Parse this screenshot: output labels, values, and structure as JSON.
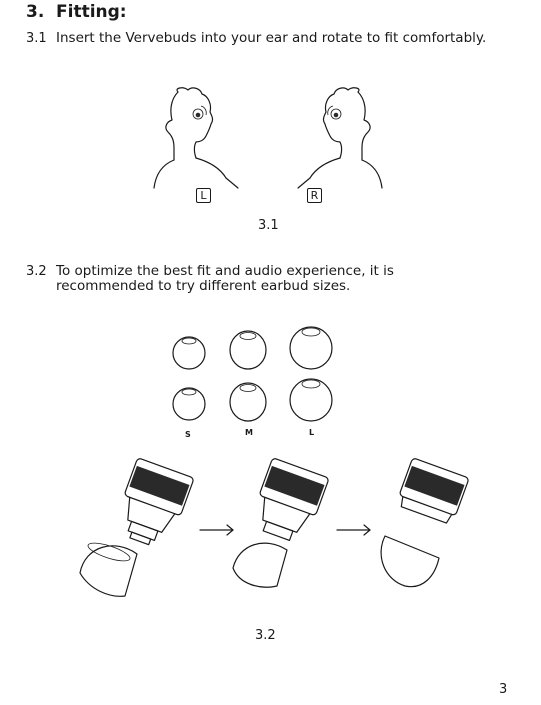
{
  "section": {
    "number": "3.",
    "title": "Fitting:"
  },
  "steps": [
    {
      "number": "3.1",
      "text": "Insert the Vervebuds into your ear and rotate to fit comfortably."
    },
    {
      "number": "3.2",
      "text": "To optimize the best fit and audio experience, it is recommended to try different earbud sizes."
    }
  ],
  "figure1": {
    "left_badge": "L",
    "right_badge": "R",
    "caption": "3.1"
  },
  "figure2": {
    "size_labels": [
      "S",
      "M",
      "L"
    ],
    "caption": "3.2"
  },
  "page_number": "3"
}
